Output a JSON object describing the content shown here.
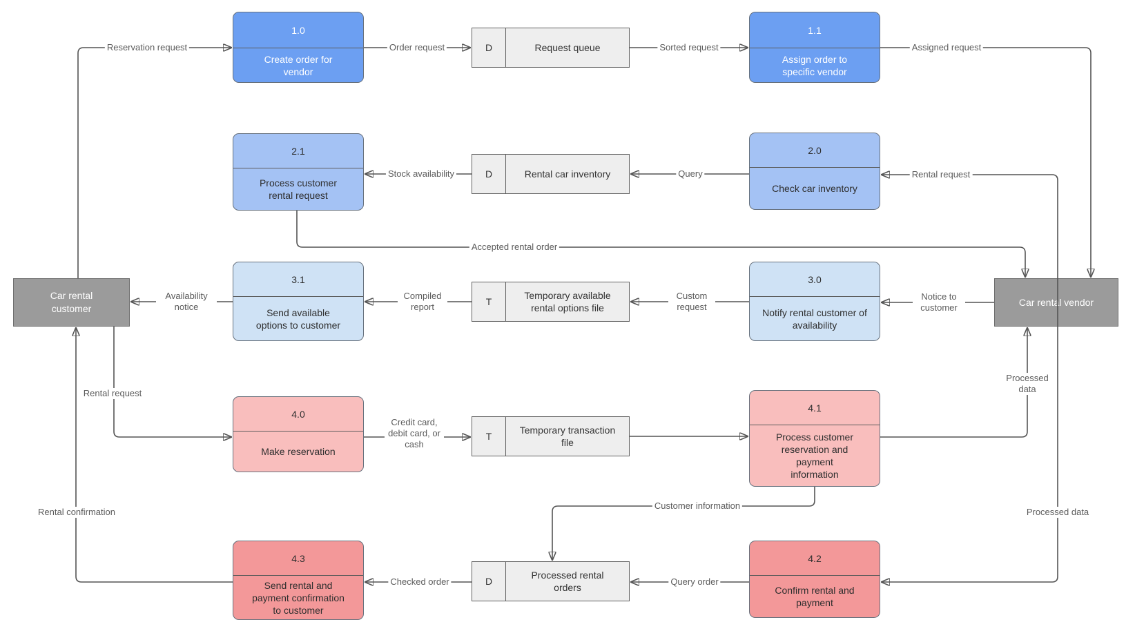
{
  "colors": {
    "process_row1": "#6c9ff2",
    "process_row2": "#a4c2f4",
    "process_row3": "#cfe2f5",
    "process_row4": "#f9bebd",
    "process_row5": "#f39899",
    "entity": "#9b9b9b",
    "store": "#eeeeee",
    "connector": "#545454"
  },
  "entities": {
    "customer": {
      "label": "Car rental customer"
    },
    "vendor": {
      "label": "Car rental vendor"
    }
  },
  "processes": {
    "p10": {
      "id": "1.0",
      "name": "Create order for vendor"
    },
    "p11": {
      "id": "1.1",
      "name": "Assign order to specific vendor"
    },
    "p21": {
      "id": "2.1",
      "name": "Process customer rental request"
    },
    "p20": {
      "id": "2.0",
      "name": "Check car inventory"
    },
    "p31": {
      "id": "3.1",
      "name": "Send available options to customer"
    },
    "p30": {
      "id": "3.0",
      "name": "Notify rental customer of availability"
    },
    "p40": {
      "id": "4.0",
      "name": "Make reservation"
    },
    "p41": {
      "id": "4.1",
      "name": "Process customer reservation and payment information"
    },
    "p43": {
      "id": "4.3",
      "name": "Send rental and payment confirmation to customer"
    },
    "p42": {
      "id": "4.2",
      "name": "Confirm rental and payment"
    }
  },
  "stores": {
    "request_queue": {
      "key": "D",
      "name": "Request queue"
    },
    "rental_car_inventory": {
      "key": "D",
      "name": "Rental car inventory"
    },
    "temp_options_file": {
      "key": "T",
      "name": "Temporary available rental options file"
    },
    "temp_transaction_file": {
      "key": "T",
      "name": "Temporary transaction file"
    },
    "processed_rental_orders": {
      "key": "D",
      "name": "Processed rental orders"
    }
  },
  "flows": {
    "reservation_request": {
      "label": "Reservation request"
    },
    "order_request": {
      "label": "Order request"
    },
    "sorted_request": {
      "label": "Sorted request"
    },
    "assigned_request": {
      "label": "Assigned request"
    },
    "rental_request_vendor": {
      "label": "Rental request"
    },
    "query": {
      "label": "Query"
    },
    "stock_availability": {
      "label": "Stock availability"
    },
    "accepted_rental_order": {
      "label": "Accepted rental order"
    },
    "notice_to_customer": {
      "label": "Notice to customer"
    },
    "custom_request": {
      "label": "Custom request"
    },
    "compiled_report": {
      "label": "Compiled report"
    },
    "availability_notice": {
      "label": "Availability notice"
    },
    "rental_request_customer": {
      "label": "Rental request"
    },
    "payment_method": {
      "label": "Credit card, debit card, or cash"
    },
    "processed_data_up": {
      "label": "Processed data"
    },
    "customer_information": {
      "label": "Customer information"
    },
    "processed_data_down": {
      "label": "Processed data"
    },
    "query_order": {
      "label": "Query order"
    },
    "checked_order": {
      "label": "Checked order"
    },
    "rental_confirmation": {
      "label": "Rental confirmation"
    }
  }
}
